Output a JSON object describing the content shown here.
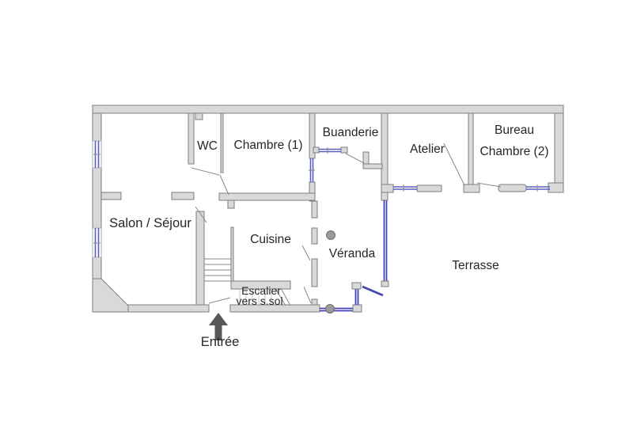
{
  "colors": {
    "wall_fill": "#d9d9d9",
    "wall_stroke": "#7d7d7d",
    "window_blue": "#5a5fbb",
    "glass_blue": "#4343b0",
    "text": "#262626",
    "arrow_gray": "#595959",
    "stair_hatch": "#c8c8c8",
    "post_fill": "#9a9a9a",
    "post_stroke": "#6e6e6e"
  },
  "rooms": {
    "salon": {
      "label": "Salon / Séjour"
    },
    "wc": {
      "label": "WC"
    },
    "chambre1": {
      "label": "Chambre (1)"
    },
    "buanderie": {
      "label": "Buanderie"
    },
    "atelier": {
      "label": "Atelier"
    },
    "bureau": {
      "label_line1": "Bureau",
      "label_line2": "Chambre (2)"
    },
    "cuisine": {
      "label": "Cuisine"
    },
    "veranda": {
      "label": "Véranda"
    },
    "terrasse": {
      "label": "Terrasse"
    },
    "escalier": {
      "label_line1": "Escalier",
      "label_line2": "vers s.sol"
    },
    "entree": {
      "label": "Entrée"
    }
  },
  "icons": {
    "entrance_arrow": "up-arrow",
    "posts": "round-column",
    "windows": "blue-double-line",
    "glazing": "blue-glass-wall"
  }
}
